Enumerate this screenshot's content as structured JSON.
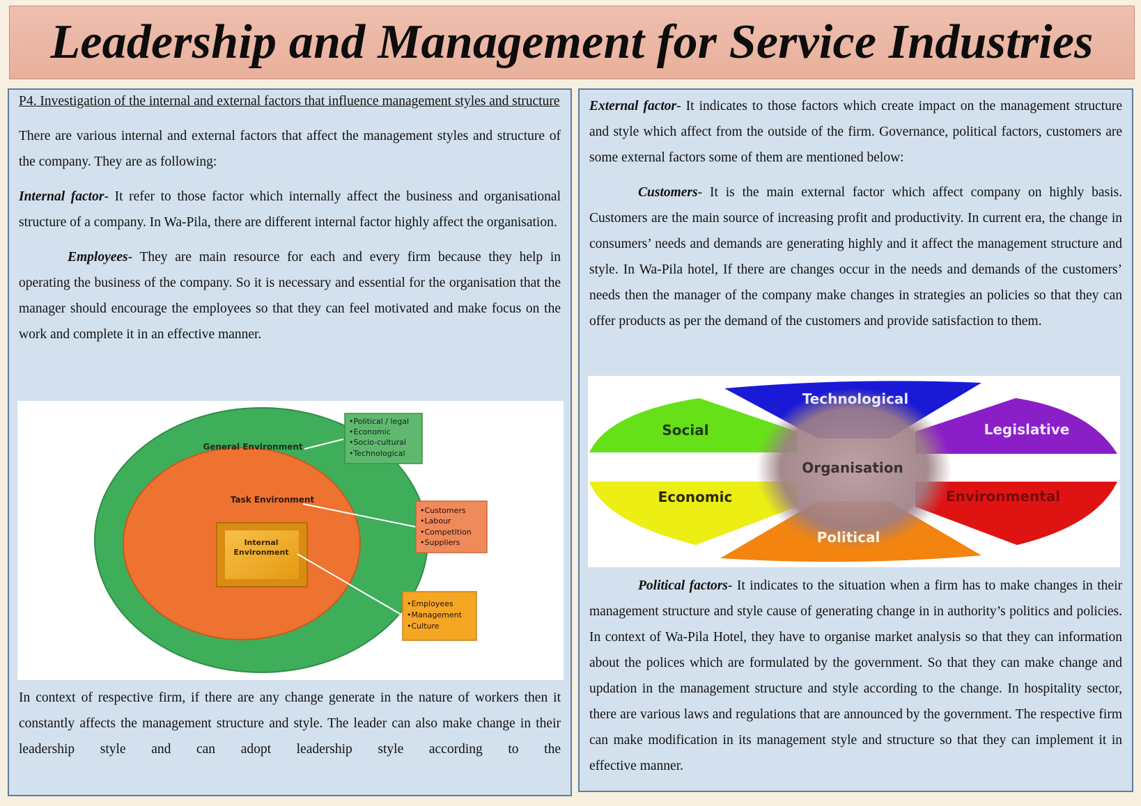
{
  "title": "Leadership and Management for Service Industries",
  "left": {
    "heading": "P4. Investigation of the internal and external factors that influence management styles and structure",
    "intro": "There are various internal and external factors that affect the management styles and structure of the company. They are as following:",
    "internal_term": "Internal factor",
    "internal_text": "- It refer to those factor which internally affect the business and organisational structure of a company. In Wa-Pila, there are different internal factor highly affect the organisation.",
    "employees_term": "Employees",
    "employees_text": "- They are main resource for each and every firm because they help in operating the business of the company. So it is necessary and essential for the organisation that the manager should encourage the employees so that they can feel motivated and make focus on the work and complete it in an effective manner.",
    "context_text": " In context of respective firm, if there are any change generate in the nature of workers then it constantly affects the management structure and style. The leader can also make change in their leadership style and can adopt leadership style according to the"
  },
  "env_diagram": {
    "general_label": "General Environment",
    "task_label": "Task Environment",
    "internal_label_1": "Internal",
    "internal_label_2": "Environment",
    "general_items": [
      "•Political / legal",
      "•Economic",
      "•Socio-cultural",
      "•Technological"
    ],
    "task_items": [
      "•Customers",
      "•Labour",
      "•Competition",
      "•Suppliers"
    ],
    "internal_items": [
      "•Employees",
      "•Management",
      "•Culture"
    ],
    "colors": {
      "outer": "#3fae5a",
      "middle": "#ee7230",
      "inner": "#f3a823",
      "green_box": "#5fb86d",
      "orange_box": "#ef8a5b",
      "yellow_box": "#f5a623"
    }
  },
  "right": {
    "external_term": "External factor",
    "external_text": "- It indicates to those factors which create impact on the management structure and style which affect from the outside of the firm. Governance, political factors, customers are some external factors some of them are mentioned below:",
    "customers_term": "Customers",
    "customers_text": "- It is the main external factor which affect company on highly basis. Customers are the main source of increasing profit and productivity. In current era, the change in consumers’ needs and demands are generating highly and it affect the management structure and style. In Wa-Pila hotel, If there are changes occur in the needs and demands of the customers’ needs then the manager of the company make changes in strategies an policies so that they can offer products as per the demand of the customers and provide satisfaction to them.",
    "political_term": "Political factors",
    "political_text": "- It indicates to the situation when a firm has to make changes in their management structure and style cause of generating change in in authority’s politics and policies. In context of Wa-Pila Hotel, they have to organise market analysis so that they can information about the polices which are formulated by the government. So that they can make change and updation in the management structure and style according to the change. In hospitality sector, there are various laws and regulations that are announced by the government. The respective firm can make modification in its management style and structure so that they can implement it in effective manner."
  },
  "pest_diagram": {
    "center": "Organisation",
    "technological": "Technological",
    "social": "Social",
    "legislative": "Legislative",
    "economic": "Economic",
    "environmental": "Environmental",
    "political": "Political",
    "colors": {
      "technological": "#1a1ad6",
      "social": "#66e018",
      "legislative": "#8a1fc8",
      "economic": "#ecee14",
      "environmental": "#e01313",
      "political": "#f2840f",
      "center": "#a88a8e"
    }
  }
}
